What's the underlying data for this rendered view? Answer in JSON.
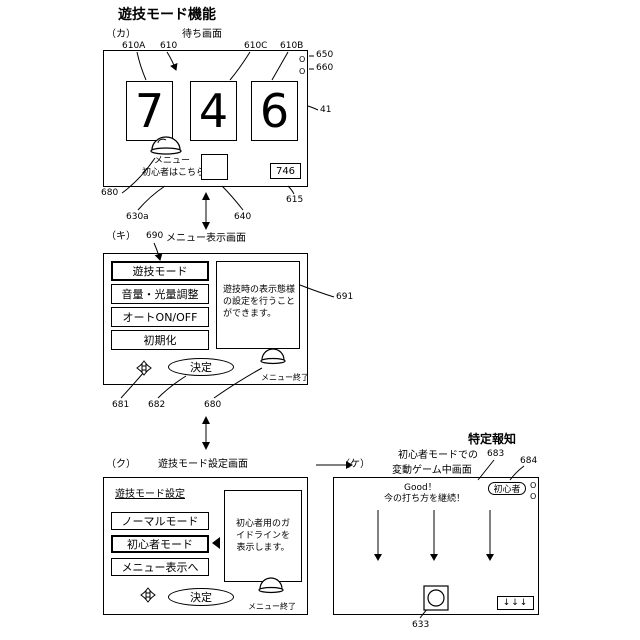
{
  "titles": {
    "main": "遊技モード機能",
    "screen_ka": "待ち画面",
    "screen_ki": "メニュー表示画面",
    "screen_ku": "遊技モード設定画面",
    "screen_ke_line1": "初心者モードでの",
    "screen_ke_line2": "変動ゲーム中画面",
    "special": "特定報知"
  },
  "panel_markers": {
    "ka": "（カ）",
    "ki": "（キ）",
    "ku": "（ク）",
    "ke": "（ケ）"
  },
  "refs": {
    "r610A": "610A",
    "r610": "610",
    "r610C": "610C",
    "r610B": "610B",
    "r650": "650",
    "r660": "660",
    "r41": "41",
    "r680a": "680",
    "r630a": "630a",
    "r640": "640",
    "r615": "615",
    "r690": "690",
    "r691": "691",
    "r681": "681",
    "r682": "682",
    "r680b": "680",
    "r683": "683",
    "r684": "684",
    "r633": "633"
  },
  "ka": {
    "reels": [
      "7",
      "4",
      "6"
    ],
    "indicator_a": "O",
    "indicator_b": "O",
    "menu_label": "メニュー",
    "beginner_label": "初心者はこちら",
    "mini_display": "746"
  },
  "ki": {
    "menu_items": [
      "遊技モード",
      "音量・光量調整",
      "オートON/OFF",
      "初期化"
    ],
    "description": "遊技時の表示態様の設定を行うことができます。",
    "decide_button": "決定",
    "menu_exit": "メニュー終了"
  },
  "ku": {
    "header": "遊技モード設定",
    "options": [
      "ノーマルモード",
      "初心者モード",
      "メニュー表示へ"
    ],
    "guide_text": "初心者用のガイドラインを表示します。",
    "decide_button": "決定",
    "menu_exit": "メニュー終了"
  },
  "ke": {
    "good_text": "Good！",
    "continue_text": "今の打ち方を継続！",
    "badge": "初心者",
    "indicator_a": "O",
    "indicator_b": "O",
    "bottom_arrows": "↓↓↓"
  }
}
